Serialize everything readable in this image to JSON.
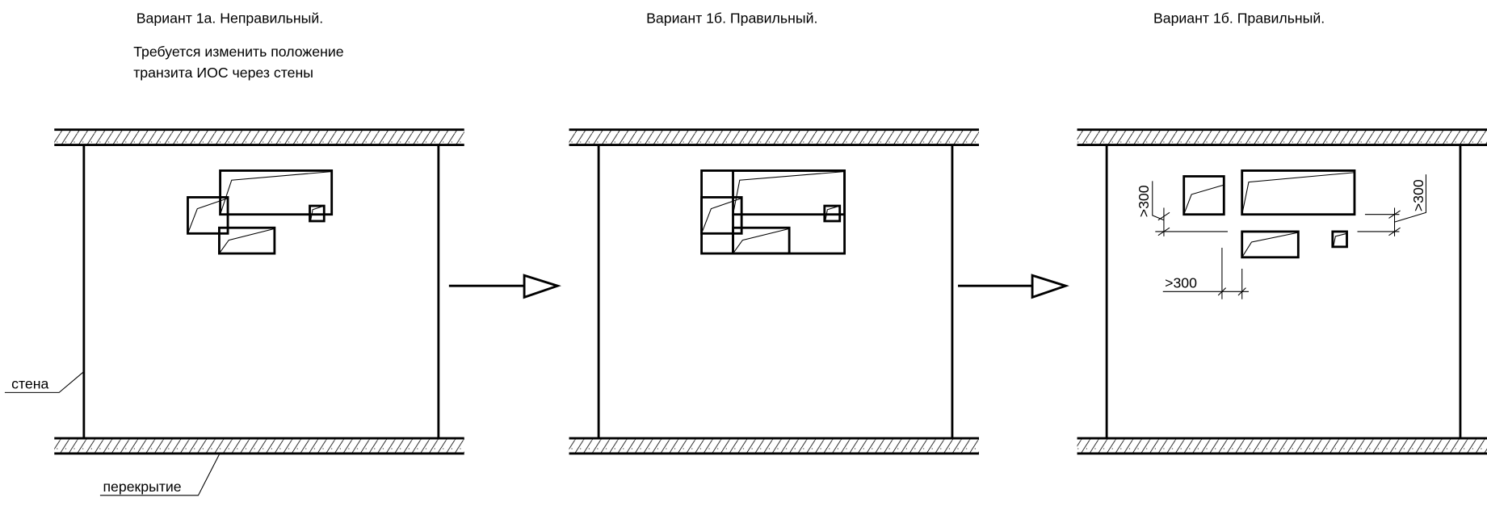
{
  "panels": [
    {
      "title": "Вариант 1а. Неправильный.",
      "note_line1": "Требуется изменить положение",
      "note_line2": "транзита ИОС через стены"
    },
    {
      "title": "Вариант 1б. Правильный."
    },
    {
      "title": "Вариант 1б. Правильный."
    }
  ],
  "labels": {
    "wall": "стена",
    "slab": "перекрытие"
  },
  "dimensions": {
    "left": ">300",
    "bottom": ">300",
    "right": ">300"
  },
  "colors": {
    "line": "#000000",
    "background": "#ffffff"
  }
}
